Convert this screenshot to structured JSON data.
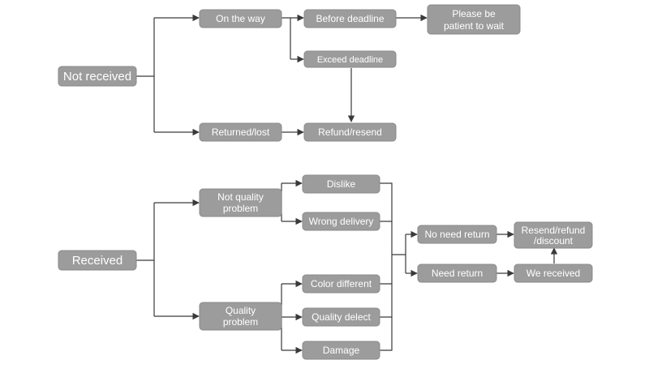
{
  "diagram": {
    "nodes": {
      "not_received": "Not received",
      "on_the_way": "On the way",
      "before_deadline": "Before deadline",
      "please_be_patient_line1": "Please be",
      "please_be_patient_line2": "patient to wait",
      "exceed_deadline": "Exceed deadline",
      "returned_lost": "Returned/lost",
      "refund_resend": "Refund/resend",
      "received": "Received",
      "not_quality_line1": "Not quality",
      "not_quality_line2": "problem",
      "quality_problem_line1": "Quality",
      "quality_problem_line2": "problem",
      "dislike": "Dislike",
      "wrong_delivery": "Wrong delivery",
      "color_different": "Color different",
      "quality_defect": "Quality delect",
      "damage": "Damage",
      "no_need_return": "No need return",
      "need_return": "Need return",
      "resend_refund_line1": "Resend/refund",
      "resend_refund_line2": "/discount",
      "we_received": "We received"
    }
  }
}
